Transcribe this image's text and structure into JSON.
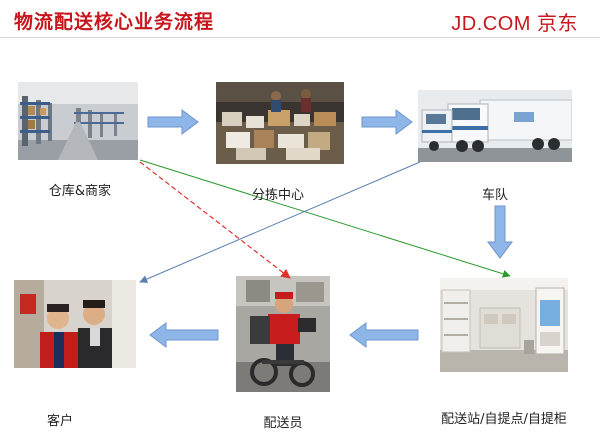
{
  "header": {
    "title": "物流配送核心业务流程",
    "logo_text": "JD.COM 京东"
  },
  "nodes": {
    "warehouse": {
      "label": "仓库&商家"
    },
    "sorting": {
      "label": "分拣中心"
    },
    "fleet": {
      "label": "车队"
    },
    "station": {
      "label": "配送站/自提点/自提柜"
    },
    "courier": {
      "label": "配送员"
    },
    "customer": {
      "label": "客户"
    }
  },
  "colors": {
    "brand": "#c8161d",
    "flow_arrow": "#8fb6e8",
    "green_line": "#2e9a2e",
    "red_dashed": "#e0302c",
    "blue_line": "#5a7fb0"
  }
}
